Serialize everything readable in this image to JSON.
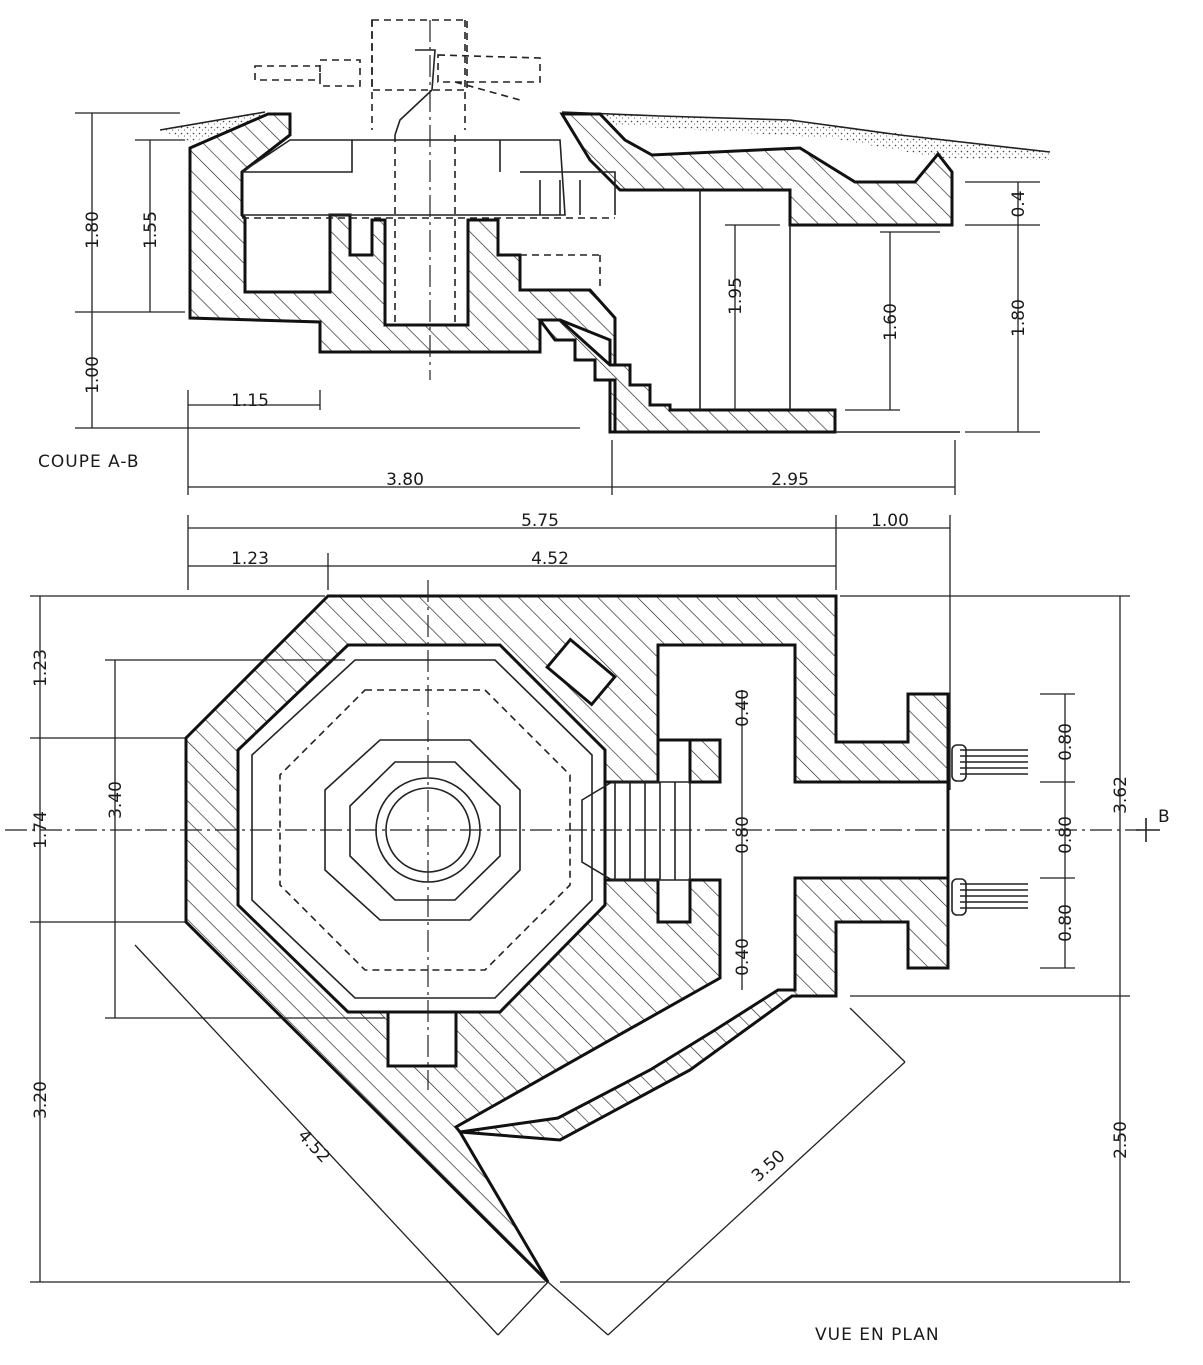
{
  "titles": {
    "section": "COUPE A-B",
    "plan": "VUE EN PLAN",
    "section_marker": "B"
  },
  "section_dims": {
    "left_height_total": "1.80",
    "left_height_inner": "1.55",
    "left_depth": "1.00",
    "footing_offset": "1.15",
    "right_roof": "0.4",
    "stair_height": "1.95",
    "room_height": "1.60",
    "right_height": "1.80",
    "width_left": "3.80",
    "width_right": "2.95"
  },
  "plan_dims": {
    "total_width": "5.75",
    "right_extension": "1.00",
    "left_offset": "1.23",
    "main_width": "4.52",
    "left_top": "1.23",
    "left_middle": "1.74",
    "left_bottom": "3.20",
    "octagon_height": "3.40",
    "corridor_top": "0.40",
    "corridor_center": "0.80",
    "corridor_bottom": "0.40",
    "entry_top": "0.80",
    "entry_middle": "0.80",
    "entry_bottom": "0.80",
    "right_total": "3.62",
    "right_lower": "2.50",
    "diagonal_left": "4.52",
    "diagonal_right": "3.50"
  }
}
